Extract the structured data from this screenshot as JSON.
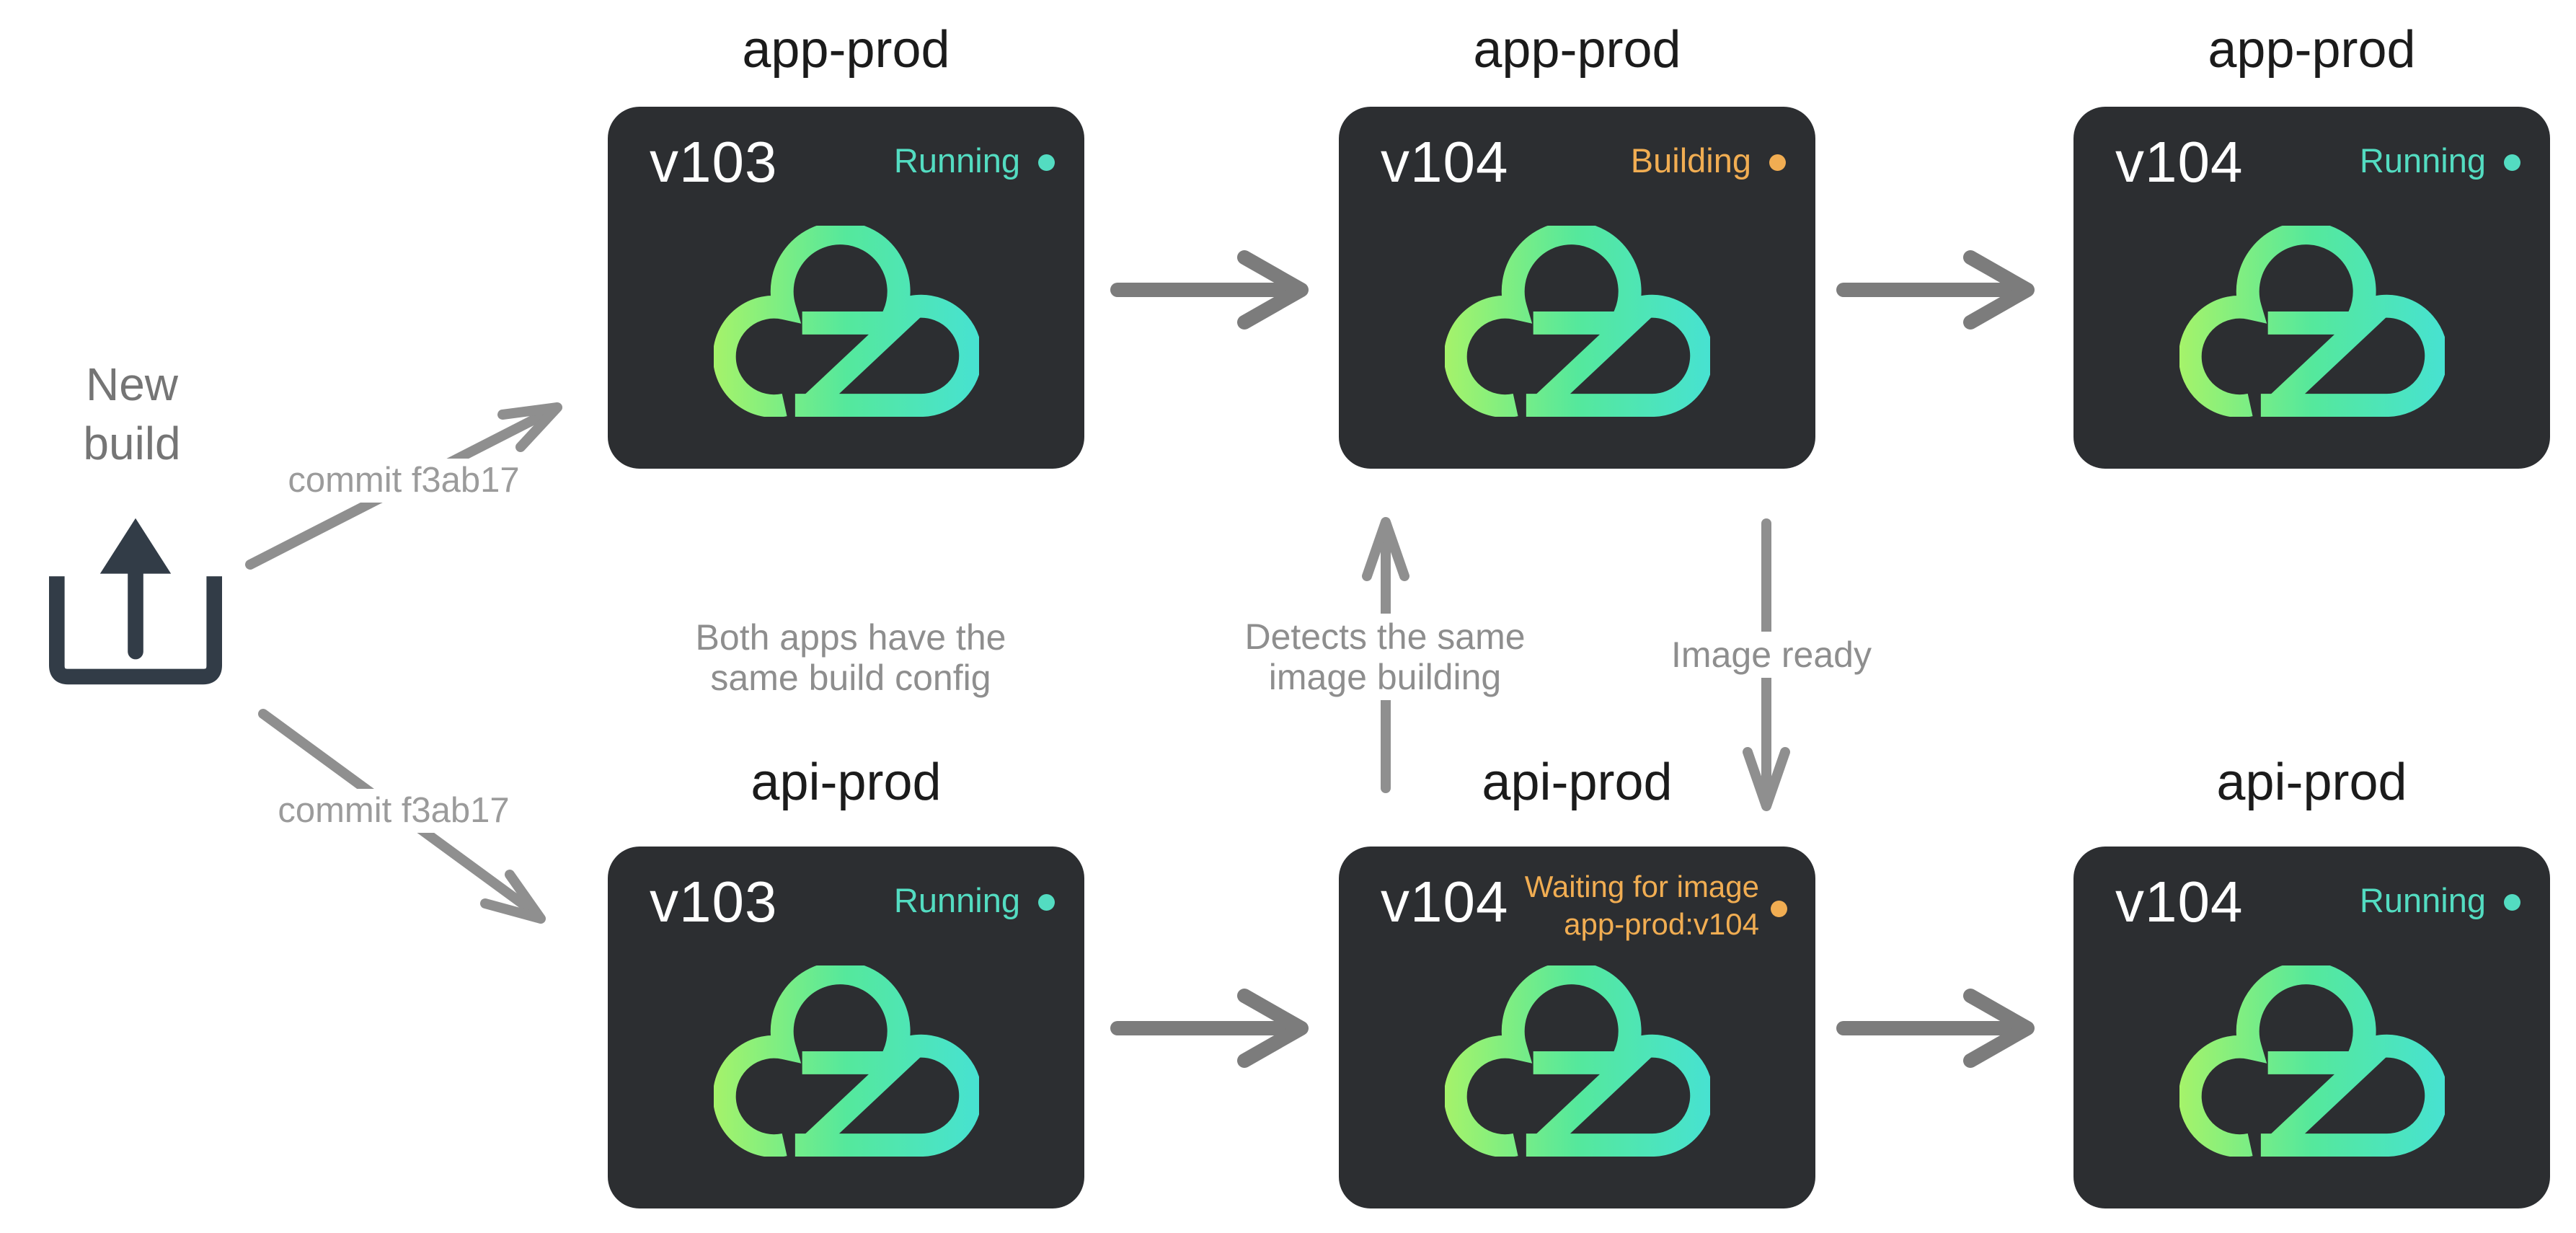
{
  "source": {
    "label_lines": [
      "New",
      "build"
    ],
    "commit_top": "commit f3ab17",
    "commit_bottom": "commit f3ab17"
  },
  "annotations": {
    "build_config_lines": [
      "Both apps have the",
      "same build config"
    ],
    "detects_lines": [
      "Detects the same",
      "image building"
    ],
    "image_ready": "Image ready"
  },
  "cards": [
    {
      "title": "app-prod",
      "version": "v103",
      "status_lines": [
        "Running"
      ],
      "status_type": "running"
    },
    {
      "title": "app-prod",
      "version": "v104",
      "status_lines": [
        "Building"
      ],
      "status_type": "building"
    },
    {
      "title": "app-prod",
      "version": "v104",
      "status_lines": [
        "Running"
      ],
      "status_type": "running"
    },
    {
      "title": "api-prod",
      "version": "v103",
      "status_lines": [
        "Running"
      ],
      "status_type": "running"
    },
    {
      "title": "api-prod",
      "version": "v104",
      "status_lines": [
        "Waiting for image",
        "app-prod:v104"
      ],
      "status_type": "waiting"
    },
    {
      "title": "api-prod",
      "version": "v104",
      "status_lines": [
        "Running"
      ],
      "status_type": "running"
    }
  ],
  "icons": {
    "upload": "upload-icon",
    "logo": "cloud-z-logo-icon",
    "status_dot": "status-dot-icon"
  },
  "colors": {
    "background": "#ffffff",
    "card_bg": "#2c2e31",
    "running": "#53dcc1",
    "building": "#f1ad52",
    "waiting": "#f1ad52",
    "version_text": "#ffffff",
    "title_text": "#1b1b1b",
    "annotation_text": "#8e8e8e",
    "commit_text": "#9b9b9b",
    "new_build_text": "#757575",
    "arrow_gray": "#8f8f8f",
    "arrow_dark_gray": "#7c7c7c",
    "upload_icon": "#323c47",
    "logo_gradient": [
      "#a5f36a",
      "#55e89c",
      "#47e2d1"
    ]
  }
}
